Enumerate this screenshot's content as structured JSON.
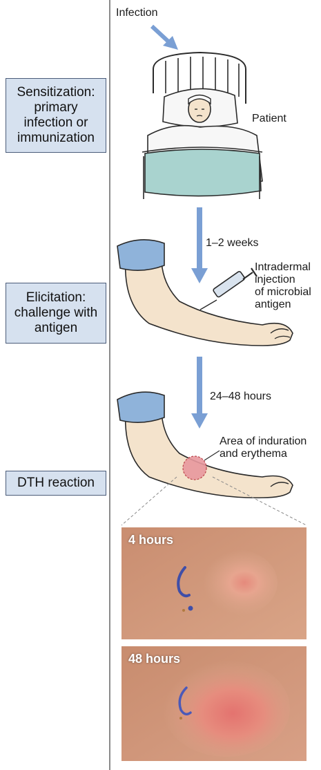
{
  "stages": {
    "sensitization": "Sensitization:\nprimary\ninfection or\nimmunization",
    "elicitation": "Elicitation:\nchallenge with\nantigen",
    "dth": "DTH reaction"
  },
  "labels": {
    "infection": "Infection",
    "patient": "Patient",
    "weeks": "1–2 weeks",
    "injection": "Intradermal\ninjection\nof microbial\nantigen",
    "hours": "24–48 hours",
    "area": "Area of induration\nand erythema"
  },
  "photos": {
    "early": "4 hours",
    "late": "48 hours"
  },
  "colors": {
    "box_fill": "#d6e1ef",
    "arrow": "#7a9fd4",
    "skin": "#f4e3cc",
    "sleeve": "#8fb3da",
    "blanket": "#a9d3cf",
    "erythema": "#e8989e"
  }
}
